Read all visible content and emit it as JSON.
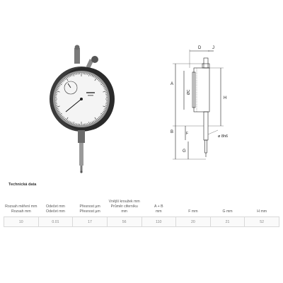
{
  "section_title": "Technická data",
  "drawing_labels": {
    "top_d": "D",
    "top_j": "J",
    "left_a": "A",
    "left_b": "B",
    "left_g": "G",
    "left_f": "F",
    "dial_mark": "ØC",
    "right_h": "H",
    "stem": "ø 8h6"
  },
  "table": {
    "headers": [
      [
        "Rozsah měření mm",
        "Rozsah mm"
      ],
      [
        "Odečet mm",
        "Odečet mm"
      ],
      [
        "Přesnost µm",
        "Přesnost µm"
      ],
      [
        "Vnější kroužek mm",
        "Průměr ciferníku mm"
      ],
      [
        "A + B",
        "mm"
      ],
      [
        "F mm"
      ],
      [
        "G mm"
      ],
      [
        "H mm"
      ]
    ],
    "row": [
      "10",
      "0.01",
      "17",
      "56",
      "110",
      "20",
      "21",
      "52"
    ]
  }
}
